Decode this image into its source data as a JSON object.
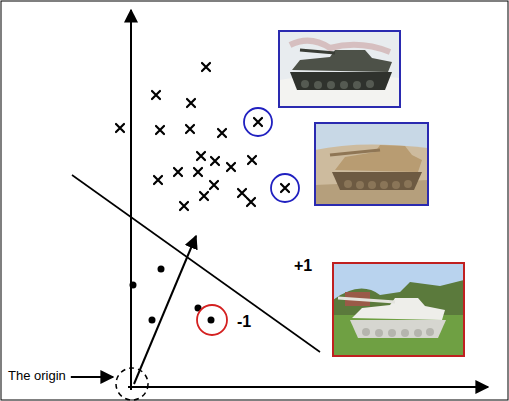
{
  "diagram": {
    "labels": [
      "+1",
      "-1",
      "The origin"
    ]
  }
}
